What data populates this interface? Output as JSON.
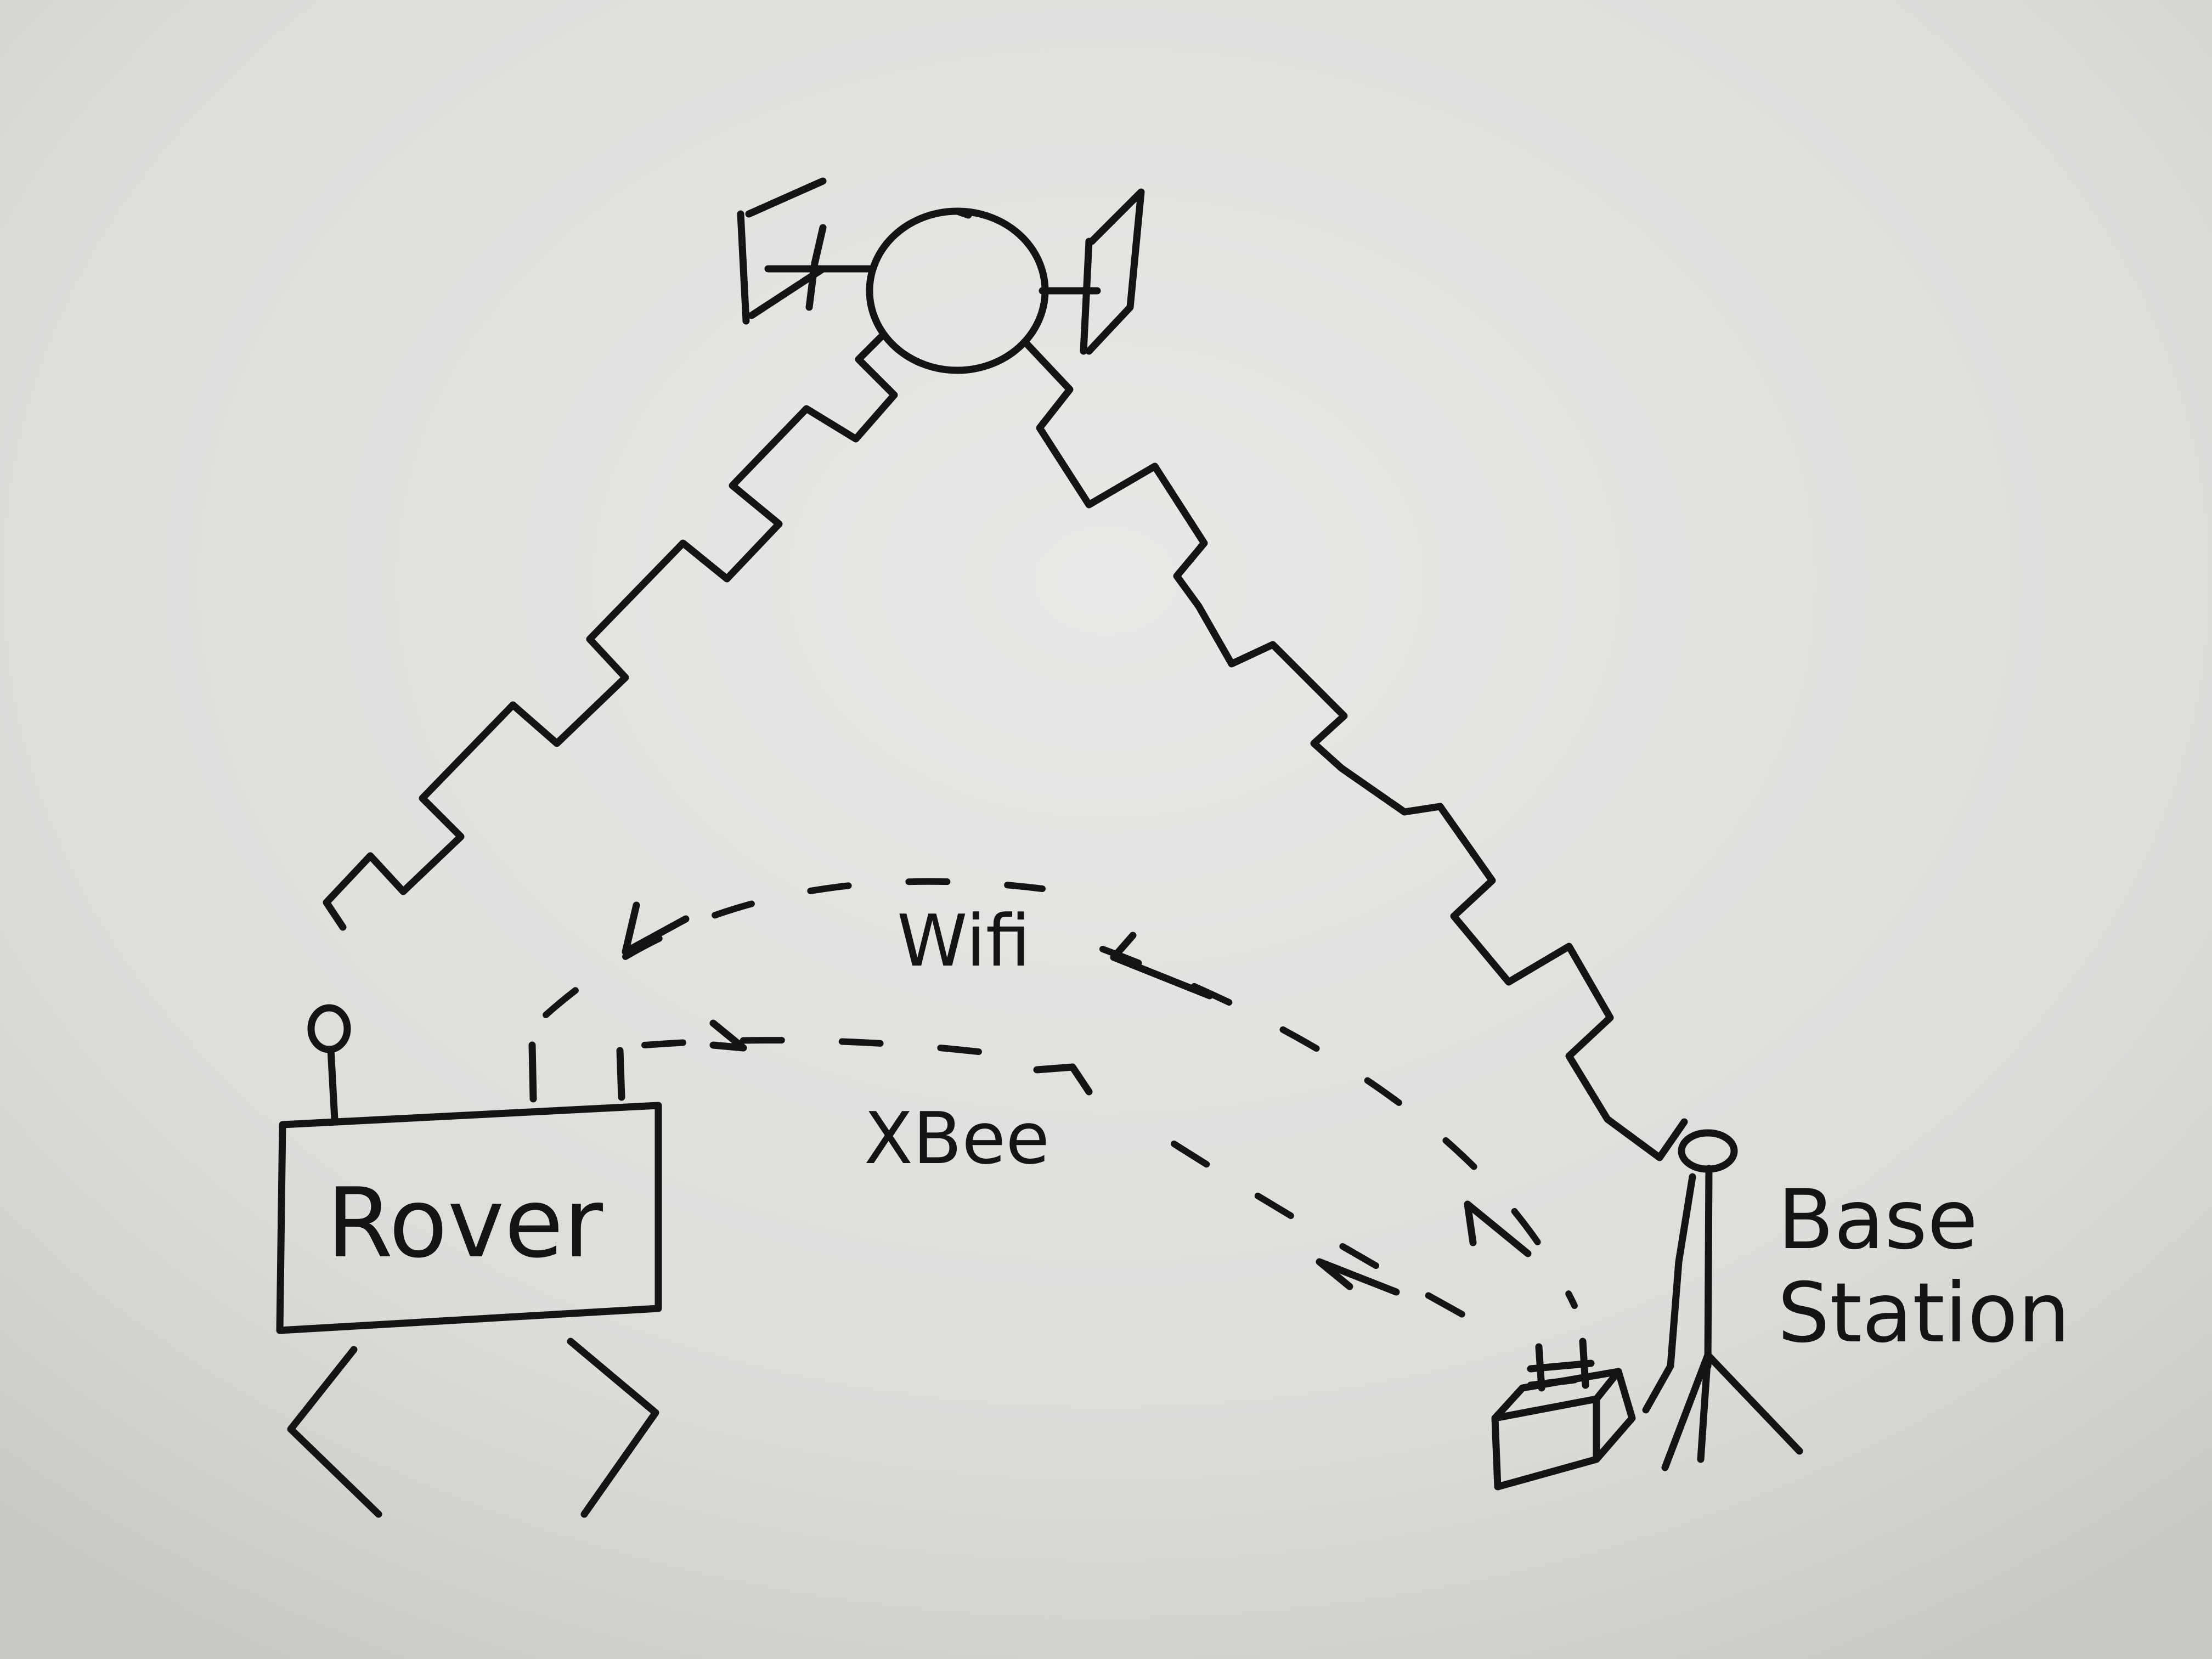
{
  "labels": {
    "rover": "Rover",
    "wifi": "Wifi",
    "xbee": "XBee",
    "base_line1": "Base",
    "base_line2": "Station"
  },
  "colors": {
    "board": "#dcdcd9",
    "ink": "#141414"
  }
}
